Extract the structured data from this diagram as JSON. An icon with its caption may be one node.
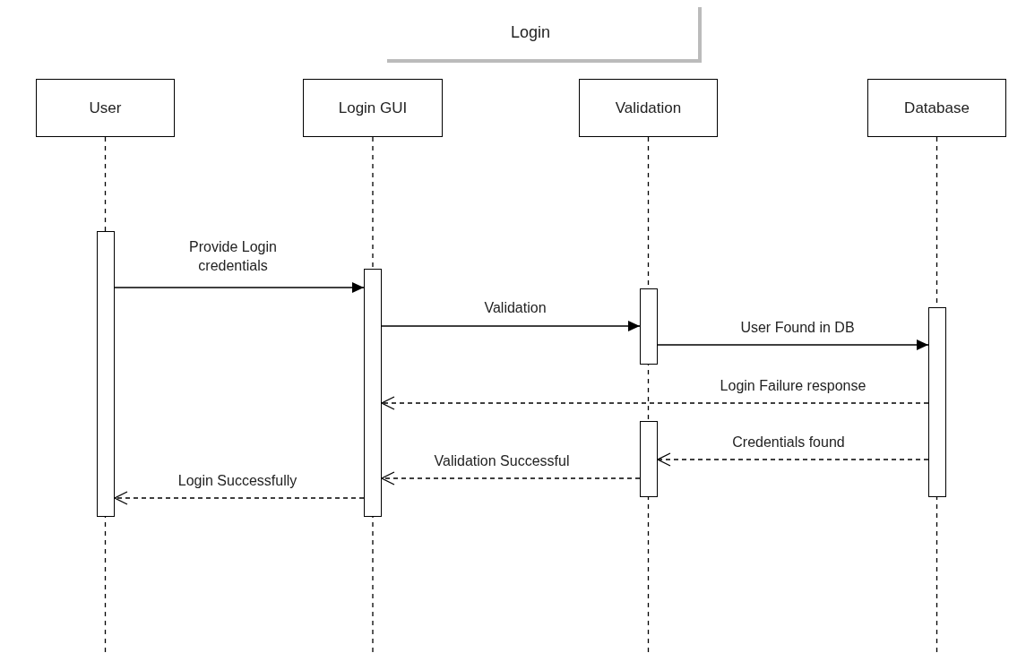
{
  "diagram": {
    "title": "Login",
    "nodes": [
      {
        "text": [
          "User"
        ]
      },
      {
        "text": [
          "Login GUI"
        ]
      },
      {
        "text": [
          "Validation"
        ]
      },
      {
        "text": [
          "Database"
        ]
      },
      {
        "text": [],
        "shape": "bar"
      },
      {
        "text": [],
        "shape": "bar"
      },
      {
        "text": [],
        "shape": "bar"
      },
      {
        "text": [],
        "shape": "bar"
      },
      {
        "text": [],
        "shape": "bar"
      }
    ],
    "edges": [
      {
        "from": 4,
        "to": 5,
        "arrow": "to",
        "label": "Provide Login credentials"
      },
      {
        "from": 5,
        "to": 6,
        "arrow": "to",
        "label": "Validation"
      },
      {
        "from": 6,
        "to": 7,
        "arrow": "to",
        "label": "User Found in DB"
      },
      {
        "from": 7,
        "to": 5,
        "arrow": "to",
        "label": "Login Failure response",
        "style": "dashed"
      },
      {
        "from": 7,
        "to": 8,
        "arrow": "to",
        "label": "Credentials found",
        "style": "dashed"
      },
      {
        "from": 8,
        "to": 5,
        "arrow": "to",
        "label": "Validation Successful",
        "style": "dashed"
      },
      {
        "from": 5,
        "to": 4,
        "arrow": "to",
        "label": "Login Successfully",
        "style": "dashed"
      }
    ]
  }
}
